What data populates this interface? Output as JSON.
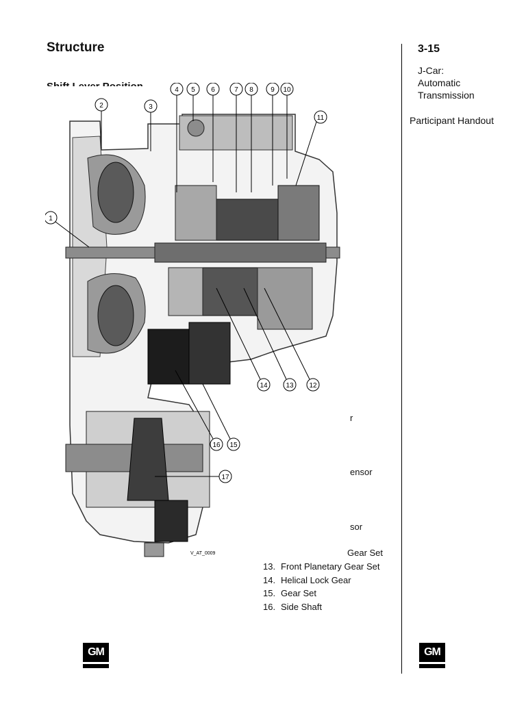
{
  "header": {
    "title": "Structure",
    "subtitle": "Shift Lever Position",
    "page_number": "3-15",
    "course_line1": "J-Car:",
    "course_line2": "Automatic",
    "course_line3": "Transmission",
    "handout": "Participant Handout"
  },
  "diagram": {
    "image_code": "V_AT_0009",
    "callouts": [
      "1",
      "2",
      "3",
      "4",
      "5",
      "6",
      "7",
      "8",
      "9",
      "10",
      "11",
      "12",
      "13",
      "14",
      "15",
      "16",
      "17"
    ]
  },
  "legend_fragments": {
    "frag_r": "r",
    "frag_ensor": "ensor",
    "frag_sor": "sor",
    "frag_gear_set": "Gear Set"
  },
  "legend": [
    {
      "num": "13.",
      "label": "Front Planetary Gear Set"
    },
    {
      "num": "14.",
      "label": "Helical Lock Gear"
    },
    {
      "num": "15.",
      "label": "Gear Set"
    },
    {
      "num": "16.",
      "label": "Side Shaft"
    }
  ],
  "logos": {
    "left": "GM",
    "right": "GM"
  }
}
